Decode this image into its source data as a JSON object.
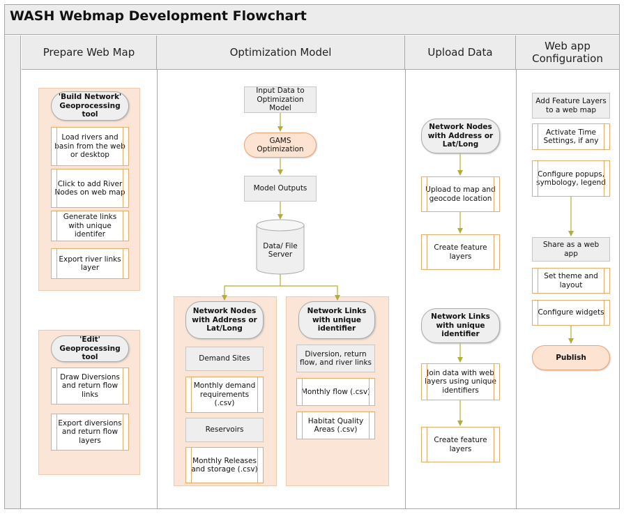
{
  "title": "WASH Webmap Development Flowchart",
  "lanes": [
    {
      "label": "Prepare Web Map"
    },
    {
      "label": "Optimization Model"
    },
    {
      "label": "Upload Data"
    },
    {
      "label": "Web app Configuration"
    }
  ],
  "prepare": {
    "build_tool": "'Build Network' Geoprocessing tool",
    "load_rivers": "Load rivers and basin from the web or desktop",
    "add_nodes": "Click to add River Nodes on web map",
    "generate_links": "Generate links with unique identifer",
    "export_links": "Export river links layer",
    "edit_tool": "'Edit' Geoprocessing tool",
    "draw_diversions": "Draw Diversions and return flow links",
    "export_diversions": "Export diversions and return flow layers"
  },
  "optimization": {
    "input_data": "Input Data to Optimization Model",
    "gams": "GAMS Optimization",
    "outputs": "Model Outputs",
    "server": "Data/ File Server",
    "nodes_group_title": "Network Nodes with Address or Lat/Long",
    "demand_sites": "Demand Sites",
    "monthly_demand": "Monthly demand requirements (.csv)",
    "reservoirs": "Reservoirs",
    "monthly_releases": "Monthly Releases and storage (.csv)",
    "links_group_title": "Network Links with unique identifier",
    "diversion_links": "Diversion, return flow, and river links",
    "monthly_flow": "Monthly flow (.csv)",
    "habitat": "Habitat Quality Areas (.csv)"
  },
  "upload": {
    "nodes_title": "Network Nodes with Address or Lat/Long",
    "upload_geocode": "Upload to map and geocode location",
    "create_layers_1": "Create feature layers",
    "links_title": "Network Links with unique identifier",
    "join_data": "Join data with web layers using unique identifiers",
    "create_layers_2": "Create feature layers"
  },
  "webapp": {
    "add_layers": "Add Feature Layers to a web map",
    "time_settings": "Activate Time Settings, if any",
    "configure_popups": "Configure popups, symbology, legend",
    "share": "Share as a web app",
    "theme": "Set theme and layout",
    "widgets": "Configure widgets",
    "publish": "Publish"
  },
  "colors": {
    "lane_header_bg": "#ececec",
    "group_fill": "#fbe5d6",
    "connector": "#b2ad35",
    "subprocess_border": "#f0a868"
  }
}
